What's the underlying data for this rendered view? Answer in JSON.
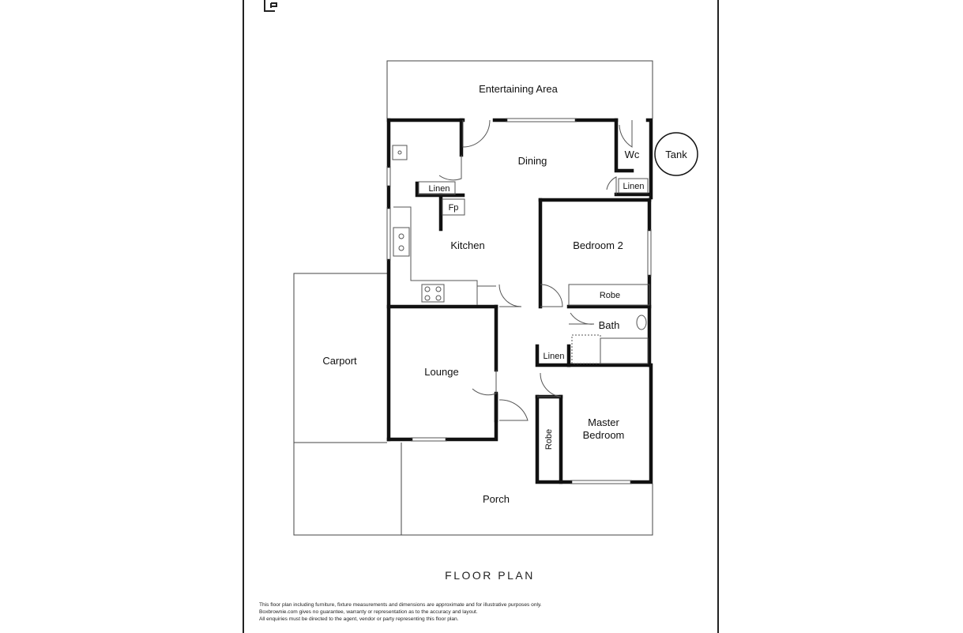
{
  "rooms": {
    "entertaining": "Entertaining Area",
    "dining": "Dining",
    "wc": "Wc",
    "tank": "Tank",
    "linen_top_left": "Linen",
    "linen_top_right": "Linen",
    "fp": "Fp",
    "kitchen": "Kitchen",
    "bedroom2": "Bedroom 2",
    "robe_bed2": "Robe",
    "bath": "Bath",
    "linen_hall": "Linen",
    "carport": "Carport",
    "lounge": "Lounge",
    "master_line1": "Master",
    "master_line2": "Bedroom",
    "robe_master": "Robe",
    "porch": "Porch"
  },
  "title": "FLOOR PLAN",
  "disclaimer": [
    "This floor plan including furniture, fixture measurements and dimensions are approximate and for illustrative purposes only.",
    "Boxbrownie.com gives no guarantee, warranty or representation as to the accuracy and layout.",
    "All enquiries must be directed to the agent, vendor or party representing this floor plan."
  ]
}
